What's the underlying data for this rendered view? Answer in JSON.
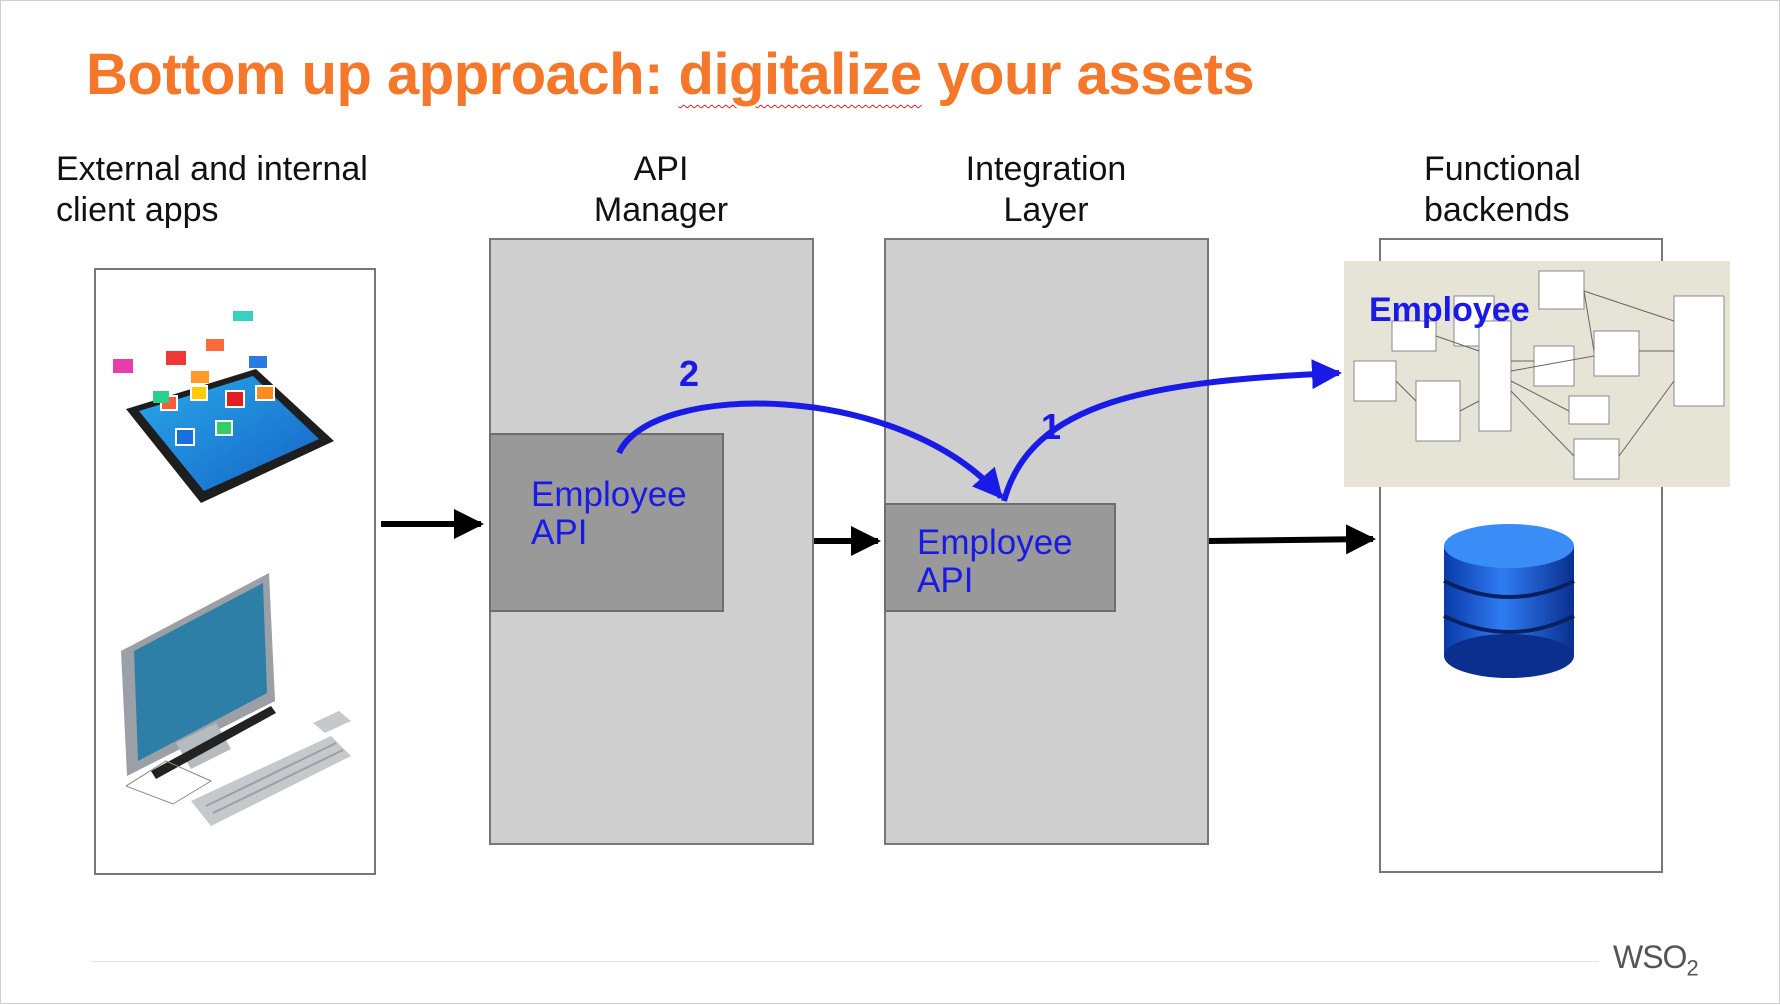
{
  "title": {
    "part1": "Bottom up approach: ",
    "part2": "digitalize",
    "part3": " your assets"
  },
  "columns": {
    "clients": [
      "External and internal",
      "client apps"
    ],
    "api_manager": [
      "API",
      "Manager"
    ],
    "integration": [
      "Integration",
      "Layer"
    ],
    "backends": [
      "Functional",
      "backends"
    ]
  },
  "api_manager_box": [
    "Employee",
    "API"
  ],
  "integration_box": [
    "Employee",
    "API"
  ],
  "backend_schema_label": "Employee",
  "steps": {
    "one": "1",
    "two": "2"
  },
  "logo": {
    "text": "WSO",
    "sub": "2"
  },
  "colors": {
    "title": "#f5782a",
    "accent_blue": "#1a1ae6",
    "panel_gray": "#cfcfcf",
    "box_gray": "#999999"
  },
  "icons": [
    "tablet-icon",
    "desktop-computer-icon",
    "database-icon",
    "schema-diagram-image"
  ]
}
